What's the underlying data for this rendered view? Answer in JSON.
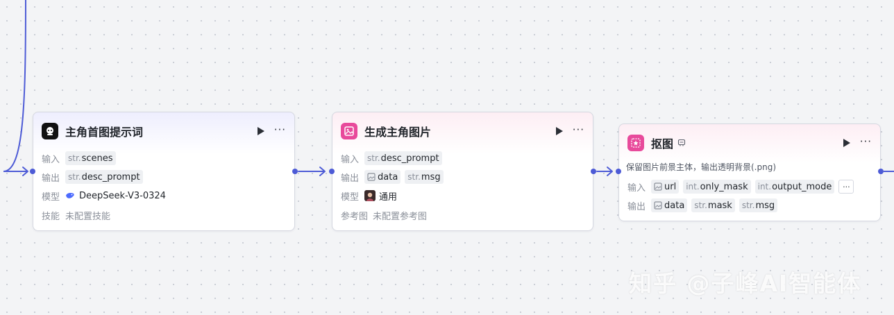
{
  "nodes": {
    "prompt_node": {
      "title": "主角首图提示词",
      "inputs_label": "输入",
      "inputs": [
        {
          "type": "str.",
          "name": "scenes"
        }
      ],
      "outputs_label": "输出",
      "outputs": [
        {
          "type": "str.",
          "name": "desc_prompt"
        }
      ],
      "model_label": "模型",
      "model_value": "DeepSeek-V3-0324",
      "skill_label": "技能",
      "skill_value": "未配置技能"
    },
    "image_node": {
      "title": "生成主角图片",
      "inputs_label": "输入",
      "inputs": [
        {
          "type": "str.",
          "name": "desc_prompt"
        }
      ],
      "outputs_label": "输出",
      "outputs": [
        {
          "type": "image",
          "name": "data"
        },
        {
          "type": "str.",
          "name": "msg"
        }
      ],
      "model_label": "模型",
      "model_value": "通用",
      "ref_label": "参考图",
      "ref_value": "未配置参考图"
    },
    "cutout_node": {
      "title": "抠图",
      "description": "保留图片前景主体，输出透明背景(.png)",
      "inputs_label": "输入",
      "inputs": [
        {
          "type": "image",
          "name": "url"
        },
        {
          "type": "int.",
          "name": "only_mask"
        },
        {
          "type": "int.",
          "name": "output_mode"
        }
      ],
      "overflow_label": "···",
      "outputs_label": "输出",
      "outputs": [
        {
          "type": "image",
          "name": "data"
        },
        {
          "type": "str.",
          "name": "mask"
        },
        {
          "type": "str.",
          "name": "msg"
        }
      ]
    }
  },
  "more_label": "···",
  "watermark": "知乎 @子峰AI智能体",
  "colors": {
    "edge": "#4d5bd6",
    "prompt_icon_bg": "#111111",
    "image_icon_bg": "#e84a9b",
    "cutout_icon_bg": "#e84a9b"
  },
  "icons": {
    "prompt_node": "robot-icon",
    "image_node": "image-generate-icon",
    "cutout_node": "cutout-icon",
    "model_deepseek": "deepseek-whale-icon",
    "model_general": "avatar-thumbnail-icon"
  }
}
